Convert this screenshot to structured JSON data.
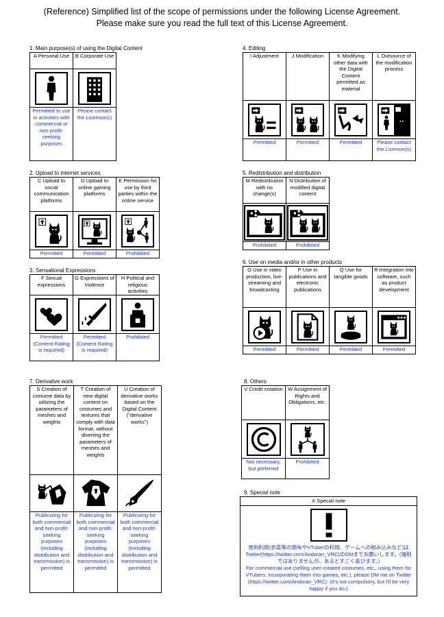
{
  "header": {
    "line1": "(Reference) Simplified list of the scope of permissions under the following License Agreement.",
    "line2": "Please make sure you read the full text of this License Agreement."
  },
  "sections": {
    "s1": {
      "title": "1. Main purpose(s) of using the Digital Content",
      "items": [
        {
          "label": "A Personal Use",
          "icon": "person-icon",
          "status": "Permitted to use in activities with commercial or non-profit-seeking purposes"
        },
        {
          "label": "B  Corporate Use",
          "icon": "building-icon",
          "status": "Please contact the Licensor(s)"
        }
      ]
    },
    "s2": {
      "title": "2. Upload to internet services",
      "items": [
        {
          "label": "C Upload to social communication platforms",
          "icon": "upload-social-icon",
          "status": "Permitted"
        },
        {
          "label": "D Upload to online gaming platforms",
          "icon": "upload-gaming-icon",
          "status": "Permitted"
        },
        {
          "label": "E Permission for use by third parties within the online service",
          "icon": "third-party-share-icon",
          "status": "Prohibited"
        }
      ]
    },
    "s3": {
      "title": "3. Sensational Expressions",
      "items": [
        {
          "label": "F Sexual expressions",
          "icon": "hearts-icon",
          "status": "Permitted (Content Rating is required)"
        },
        {
          "label": "G Expressions of Violence",
          "icon": "knife-icon",
          "status": "Permitted (Content Rating is required)"
        },
        {
          "label": "H Political and religious activities",
          "icon": "podium-speaker-icon",
          "status": "Prohibited"
        }
      ]
    },
    "s4": {
      "title": "4. Editing",
      "items": [
        {
          "label": "I Adjustment",
          "icon": "adjust-equal-icon",
          "status": "Permitted"
        },
        {
          "label": "J Modification",
          "icon": "modify-cats-icon",
          "status": "Permitted"
        },
        {
          "label": "K Modifying other data with the Digital Content permitted as material",
          "icon": "modify-ribbon-icon",
          "status": "Permitted"
        },
        {
          "label": "L Outsource of the modification process",
          "icon": "outsource-icon",
          "status": "Please contact the Licensor(s)"
        }
      ]
    },
    "s5": {
      "title": "5. Redistribution and distribution",
      "items": [
        {
          "label": "M Redistribution with no change(s)",
          "icon": "redistribute-folder-icon",
          "status": "Prohibited"
        },
        {
          "label": "N Distribution of modified digital content",
          "icon": "distribute-modified-folder-icon",
          "status": "Prohibited"
        }
      ]
    },
    "s6": {
      "title": "6. Use on media and/or in other products",
      "items": [
        {
          "label": "O Use in video production, live-streaming and broadcasting",
          "icon": "video-play-icon",
          "status": "Permitted"
        },
        {
          "label": "P Use in publications and electronic publications",
          "icon": "document-icon",
          "status": "Permitted"
        },
        {
          "label": "Q Use for tangible goods",
          "icon": "figure-stand-icon",
          "status": "Permitted"
        },
        {
          "label": "R Integration into software, such as product development",
          "icon": "software-window-icon",
          "status": "Permitted"
        }
      ]
    },
    "s7": {
      "title": "7. Derivative work",
      "items": [
        {
          "label": "S Creation of costume data by utilizing the parameters of meshes and weights",
          "icon": "costume-cat-icon",
          "status": "Publicizing for both commercial and non-profit-seeking purposes (including distribution and transmission) is permitted"
        },
        {
          "label": "T Creation of new digital content on costumes and textures that comply with data format, without diverting the parameters of meshes and weights",
          "icon": "costume-shirt-icon",
          "status": "Publicizing for both commercial and non-profit-seeking purposes (including distribution and transmission) is permitted"
        },
        {
          "label": "U Creation of derivative works based on the Digital Content (\"derivative works\")",
          "icon": "pen-nib-icon",
          "status": "Publicizing for both commercial and non-profit-seeking purposes (including distribution and transmission) is permitted"
        }
      ]
    },
    "s8": {
      "title": "8. Others",
      "items": [
        {
          "label": "V Credit notation",
          "icon": "copyright-icon",
          "status": "Not necessary, but preferred"
        },
        {
          "label": "W Assignment of Rights and Obligations, etc.",
          "icon": "assignment-people-icon",
          "status": "Prohibited"
        }
      ]
    },
    "s9": {
      "title": "9. Special note",
      "caption": "X Special note",
      "icon": "exclamation-icon",
      "note_jp": "営利利用(衣装等の頒布やVTuberの利用、ゲームへの組み込みなど)はTwitter(https://twitter.com/Andoran_VRC)のDMまでお願いします。(強制ではありませんが、あるとすごく喜びます。)",
      "note_en": "For commercial use (selling user-created costumes, etc., using them for VTubers, incorporating them into games, etc.), please DM me on Twitter (https://twitter.com/Andoran_VRC). (It's not compulsory, but I'll be very happy if you do.)"
    }
  }
}
